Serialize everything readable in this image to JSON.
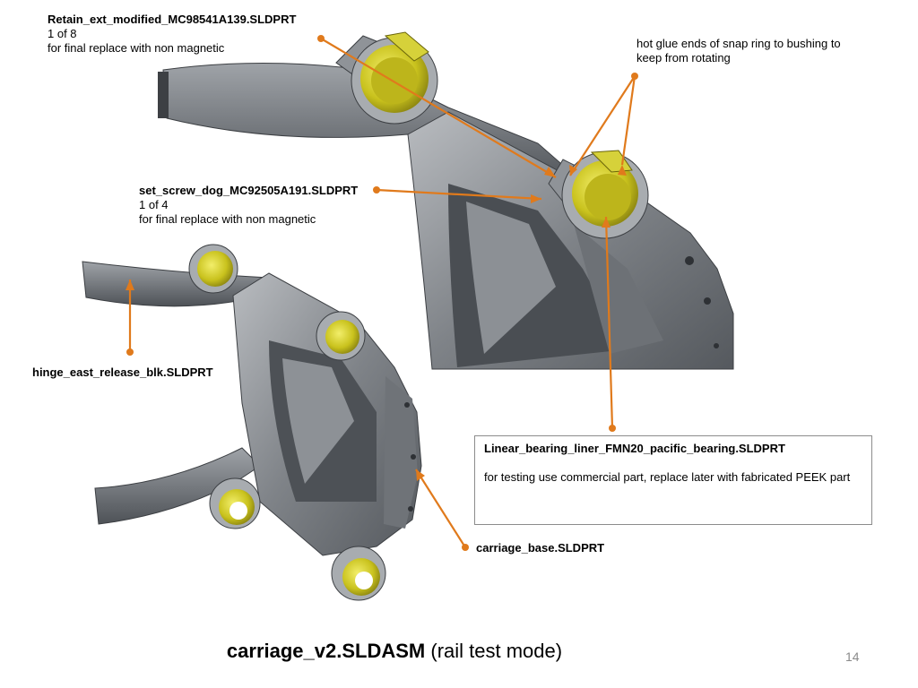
{
  "labels": {
    "retain": {
      "name": "Retain_ext_modified_MC98541A139.SLDPRT",
      "count": "1 of 8",
      "note": "for final replace with non magnetic"
    },
    "set_screw": {
      "name": "set_screw_dog_MC92505A191.SLDPRT",
      "count": "1 of 4",
      "note": "for final replace with non magnetic"
    },
    "hot_glue": {
      "line1": "hot glue ends of snap ring to bushing to",
      "line2": "keep from rotating"
    },
    "hinge": "hinge_east_release_blk.SLDPRT",
    "carriage_base": "carriage_base.SLDPRT",
    "linear_bearing": {
      "name": "Linear_bearing_liner_FMN20_pacific_bearing.SLDPRT",
      "note": "for testing use commercial part, replace later with fabricated PEEK part"
    }
  },
  "title": {
    "main": "carriage_v2.SLDASM",
    "suffix": " (rail test mode)"
  },
  "page_number": "14",
  "colors": {
    "callout": "#e07a1c",
    "metal": "#8e9296",
    "metal_dark": "#5d6166",
    "bushing": "#c8c21a"
  }
}
